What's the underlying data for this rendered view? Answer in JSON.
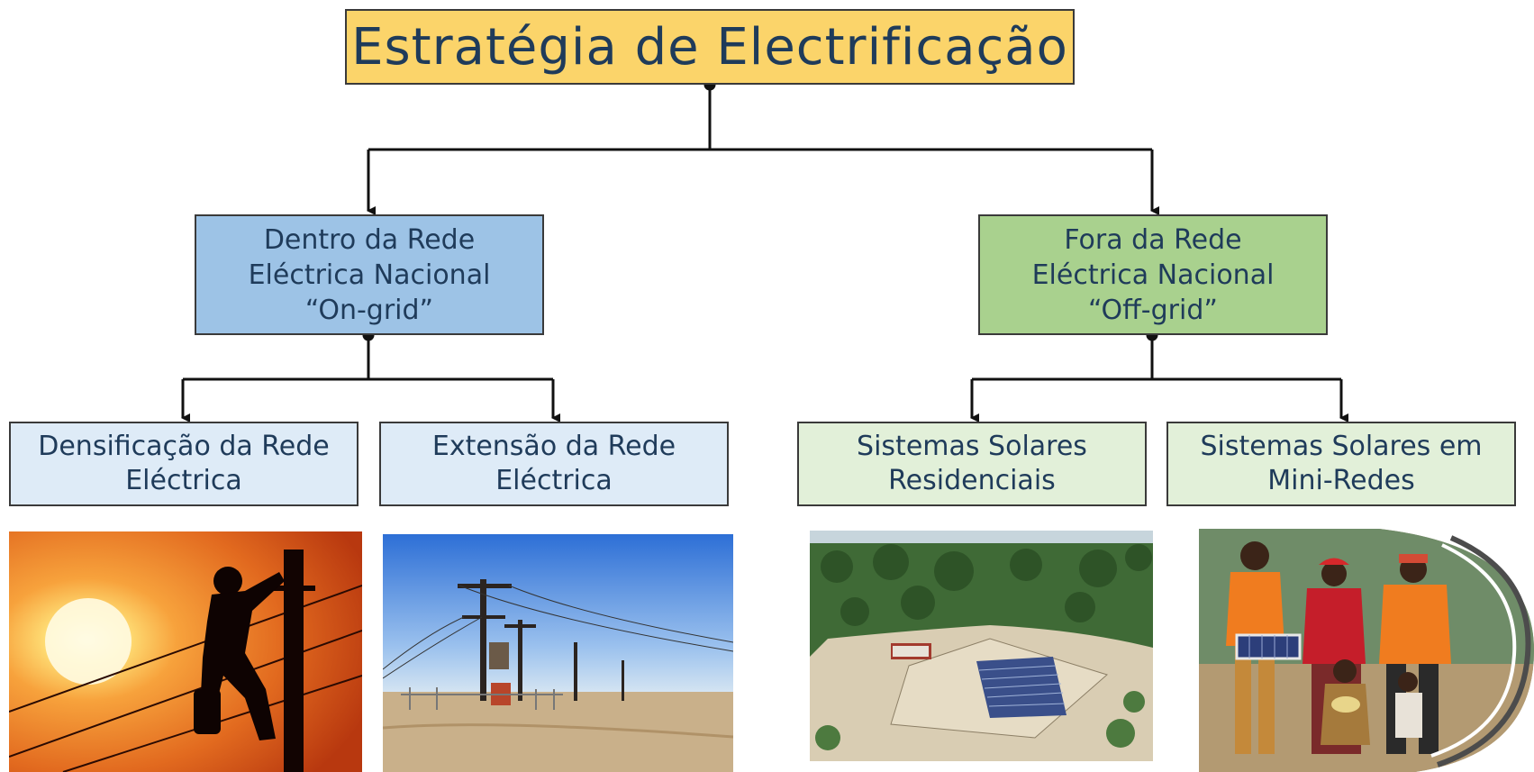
{
  "diagram": {
    "title": "Estratégia de Electrificação",
    "branches": [
      {
        "label": "Dentro da Rede\nEléctrica Nacional\n“On-grid”",
        "color": "#9dc3e6",
        "children": [
          {
            "label": "Densificação da Rede\nEléctrica",
            "color": "#deebf7",
            "photo": "lineworker-silhouette-sunset"
          },
          {
            "label": "Extensão da Rede\nEléctrica",
            "color": "#deebf7",
            "photo": "power-pylons-transformer"
          }
        ]
      },
      {
        "label": "Fora da Rede\nEléctrica Nacional\n“Off-grid”",
        "color": "#a9d18e",
        "children": [
          {
            "label": "Sistemas Solares\nResidenciais",
            "color": "#e2f0d9",
            "photo": "aerial-solar-farm"
          },
          {
            "label": "Sistemas Solares em\nMini-Redes",
            "color": "#e2f0d9",
            "photo": "family-with-solar-panel"
          }
        ]
      }
    ],
    "title_color": "#fbd46a",
    "text_color": "#1f3b5a"
  }
}
